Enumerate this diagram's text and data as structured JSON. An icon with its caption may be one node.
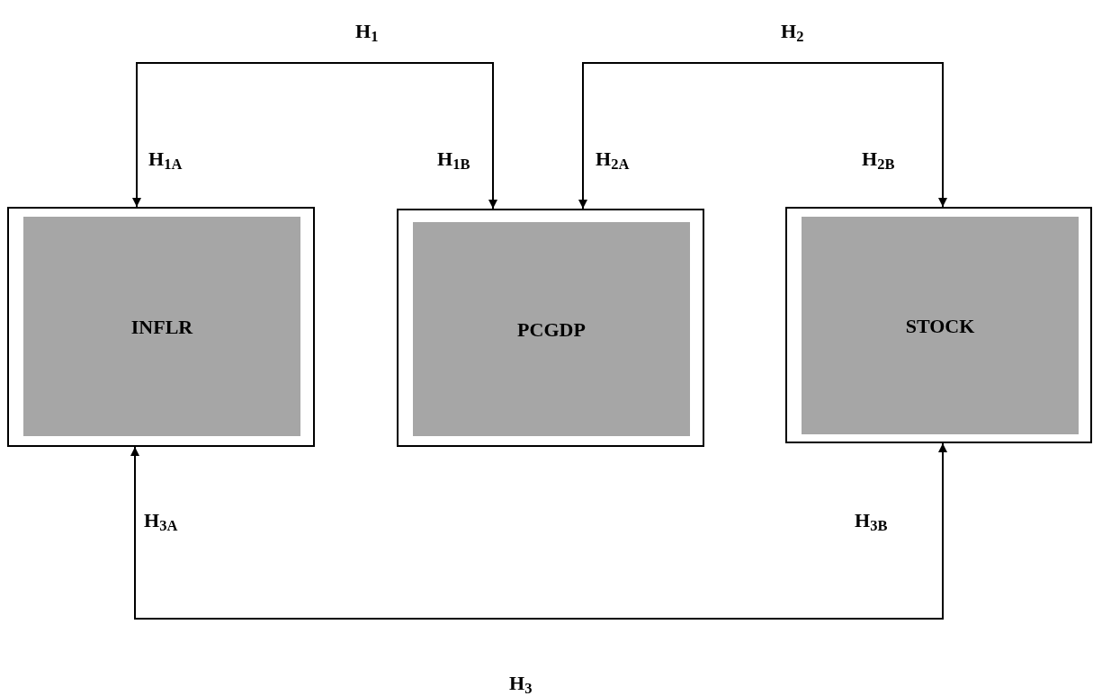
{
  "diagram": {
    "nodes": [
      {
        "text": [],
        "shape": "box"
      },
      {
        "text": [
          "INFLR"
        ],
        "in": 0
      },
      {
        "text": [],
        "shape": "box"
      },
      {
        "text": [
          "PCGDP"
        ],
        "in": 2
      },
      {
        "text": [],
        "shape": "box"
      },
      {
        "text": [
          "STOCK"
        ],
        "in": 4
      }
    ],
    "edges": [
      {
        "from": 0,
        "to": 2,
        "arrow": "both",
        "label": "H$_{1}$"
      },
      {
        "from": 2,
        "to": 4,
        "arrow": "both",
        "label": "H$_{2}$"
      },
      {
        "from": 0,
        "to": 4,
        "arrow": "both",
        "label": "H$_{3}$"
      }
    ],
    "labels": [
      "H$_{1A}$",
      "H$_{1B}$",
      "H$_{2A}$",
      "H$_{2B}$",
      "H$_{3A}$",
      "H$_{3B}$"
    ]
  }
}
